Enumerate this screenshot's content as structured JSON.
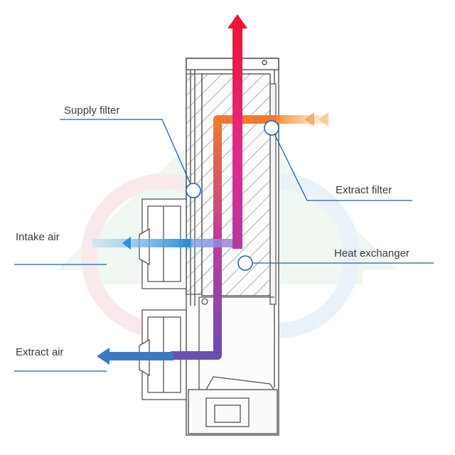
{
  "labels": {
    "supply_filter": "Supply filter",
    "extract_filter": "Extract filter",
    "intake_air": "Intake air",
    "heat_exchanger": "Heat exchanger",
    "extract_air": "Extract air"
  },
  "colors": {
    "leader_line": "#1f5fa8",
    "supply_flow_blue": "#2f8fd8",
    "exhaust_flow_red": "#e8153a",
    "extract_flow_orange": "#f59a3a",
    "extract_out_blue": "#3b78c0",
    "unit_outline": "#555555",
    "watermark_green": "#dff0e2"
  }
}
